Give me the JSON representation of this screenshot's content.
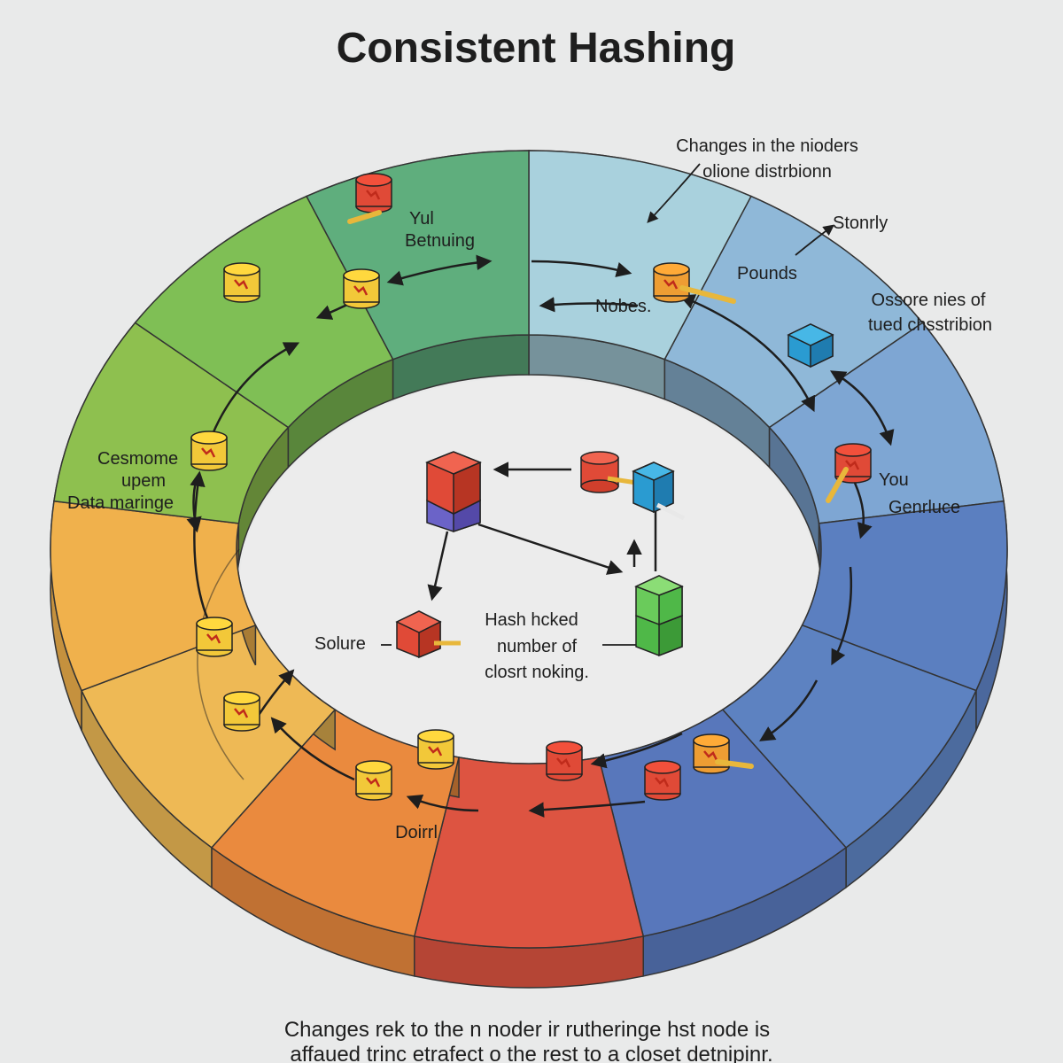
{
  "title": "Consistent  Hashing",
  "annotations": {
    "changes_line1": "Changes in the nioders",
    "changes_line2": "olione distrbionn",
    "stonrly": "Stonrly",
    "pounds": "Pounds",
    "ossore_line1": "Ossore nies of",
    "ossore_line2": "tued chsstribion",
    "yul": "Yul",
    "betnuing": "Betnuing",
    "nobes": "Nobes.",
    "cesmome": "Cesmome",
    "upem": "upem",
    "data_maringe": "Data maringe",
    "you": "You",
    "genrluce": "Genrluce",
    "solure": "Solure",
    "hash_line1": "Hash hcked",
    "hash_line2": "number of",
    "hash_line3": "closrt noking.",
    "doirrl": "Doirrl"
  },
  "footer": {
    "line1": "Changes rek to the n noder ir rutheringe hst node is",
    "line2": "affaued trinc etrafect o the rest to a closet detnipinr."
  },
  "ring_segments": [
    {
      "label": "seg-1",
      "color": "#a9d1dd"
    },
    {
      "label": "seg-2",
      "color": "#8fb8d8"
    },
    {
      "label": "seg-3",
      "color": "#7ea6d3"
    },
    {
      "label": "seg-4",
      "color": "#5b7fc0"
    },
    {
      "label": "seg-5",
      "color": "#5d82c1"
    },
    {
      "label": "seg-6",
      "color": "#5877bb"
    },
    {
      "label": "seg-7",
      "color": "#dd5441"
    },
    {
      "label": "seg-8",
      "color": "#ea8a3e"
    },
    {
      "label": "seg-9",
      "color": "#eeb955"
    },
    {
      "label": "seg-10",
      "color": "#f0b14c"
    },
    {
      "label": "seg-11",
      "color": "#8ec04f"
    },
    {
      "label": "seg-12",
      "color": "#7fbf55"
    },
    {
      "label": "seg-13",
      "color": "#5fae7d"
    }
  ]
}
